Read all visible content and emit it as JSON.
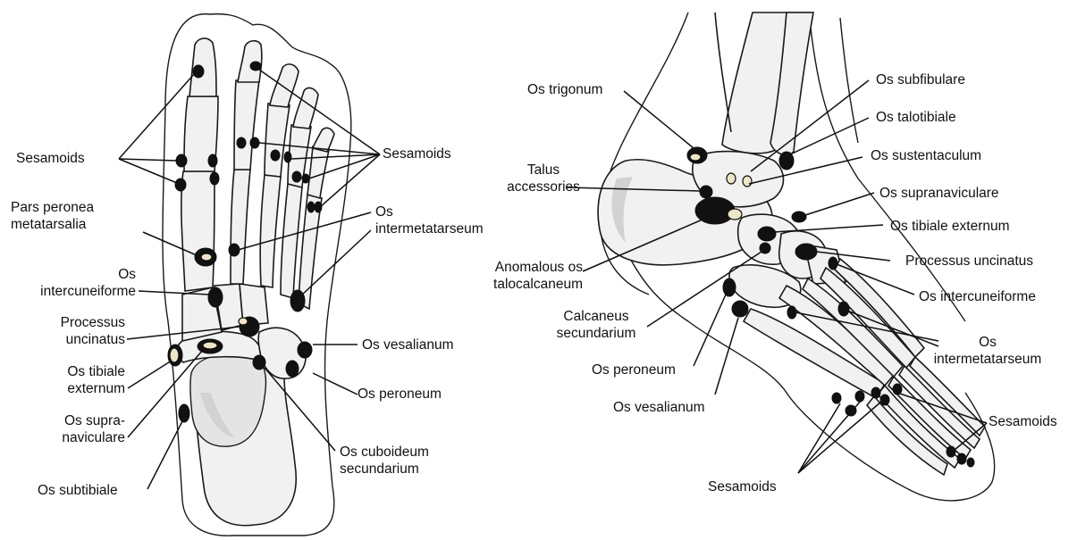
{
  "left_labels": {
    "sesamoids_left": "Sesamoids",
    "sesamoids_right": "Sesamoids",
    "pars_peronea": "Pars peronea\nmetatarsalia",
    "os_intermetatarseum": "Os\nintermetatarseum",
    "os_intercuneiforme": "Os\nintercuneiforme",
    "processus_uncinatus": "Processus\nuncinatus",
    "os_vesalianum": "Os vesalianum",
    "os_tibiale_externum": "Os tibiale\nexternum",
    "os_peroneum": "Os peroneum",
    "os_supranaviculare": "Os supra-\nnaviculare",
    "os_cuboideum": "Os cuboideum\nsecundarium",
    "os_subtibiale": "Os subtibiale"
  },
  "right_labels": {
    "os_trigonum": "Os trigonum",
    "os_subfibulare": "Os subfibulare",
    "os_talotibiale": "Os talotibiale",
    "talus_accessories": "Talus\naccessories",
    "os_sustentaculum": "Os sustentaculum",
    "os_supranaviculare": "Os supranaviculare",
    "os_tibiale_externum": "Os tibiale externum",
    "anomalous_os": "Anomalous os\ntalocalcaneum",
    "processus_uncinatus": "Processus uncinatus",
    "os_intercuneiforme": "Os intercuneiforme",
    "calcaneus_secundarium": "Calcaneus\nsecundarium",
    "os_intermetatarseum": "Os\nintermetatarseum",
    "os_peroneum": "Os peroneum",
    "os_vesalianum": "Os vesalianum",
    "sesamoids_right": "Sesamoids",
    "sesamoids_bottom": "Sesamoids"
  },
  "colors": {
    "outline": "#1a1a1a",
    "bone_fill": "#f1f1f1",
    "ossicle": "#111111",
    "pale_ossicle": "#efe6c8"
  }
}
